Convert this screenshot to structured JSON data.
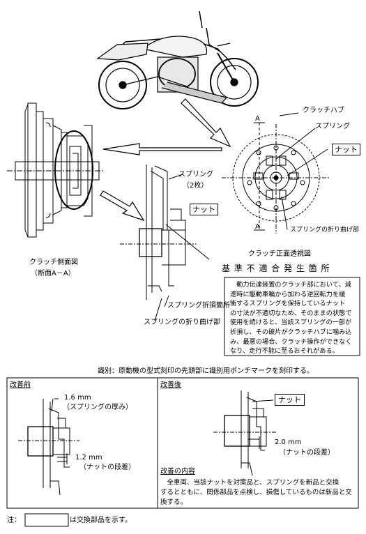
{
  "top": {
    "labels": {
      "clutch_hub": "クラッチハブ",
      "spring": "スプリング",
      "nut": "ナット",
      "spring_fold_front": "スプリングの折り曲げ部",
      "section_mark_a_top": "A",
      "section_mark_a_bottom": "A",
      "spring_count": "スプリング",
      "spring_count_sub": "（2枚）",
      "nut_center": "ナット",
      "spring_broken": "スプリング折損箇所",
      "spring_fold_side": "スプリングの折り曲げ部"
    },
    "captions": {
      "side_view": "クラッチ側面図",
      "side_view_sub": "（断面A－A）",
      "front_view": "クラッチ正面透視図"
    },
    "defect_title": "基 準 不 適 合 発 生 箇 所",
    "defect_text": [
      "　動力伝達装置のクラッチ部において、減",
      "速時に駆動車輪から加わる逆回転力を緩",
      "衝するスプリングを保持しているナット",
      "の寸法が不適切なため、そのままの状態で",
      "使用を続けると、当該スプリングの一部が",
      "折損し、その破片がクラッチハブに噛み込",
      "み、最悪の場合、クラッチ操作ができなく",
      "なり、走行不能に至るおそれがある。"
    ]
  },
  "identification": "識別：原動機の型式刻印の先頭部に識別用ポンチマークを刻印する。",
  "before": {
    "heading": "改善前",
    "dim_thickness": "1.6 mm",
    "dim_thickness_label": "（スプリングの厚み）",
    "dim_step": "1.2 mm",
    "dim_step_label": "（ナットの段差）"
  },
  "after": {
    "heading": "改善後",
    "nut_label": "ナット",
    "dim_step": "2.0 mm",
    "dim_step_label": "（ナットの段差）",
    "content_heading": "改善の内容",
    "content_text": [
      "　全車両、当該ナットを対策品と、スプリングを新品と交換",
      "するとともに、関係部品を点検し、損傷しているものは新品と交",
      "換する。"
    ]
  },
  "footnote": {
    "prefix": "注：",
    "suffix": "は交換部品を示す。"
  }
}
